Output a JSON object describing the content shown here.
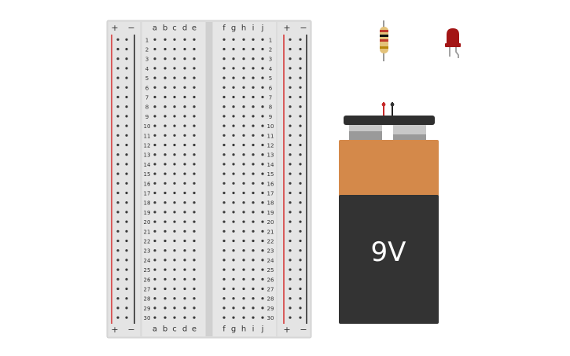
{
  "breadboard": {
    "rows": 30,
    "left_columns": [
      "a",
      "b",
      "c",
      "d",
      "e"
    ],
    "right_columns": [
      "f",
      "g",
      "h",
      "i",
      "j"
    ],
    "rail_plus_label": "+",
    "rail_minus_label": "−",
    "plus_color": "#d32f2f",
    "minus_color": "#222222",
    "body_color": "#dcdcdc",
    "hole_color": "#3a3a3a"
  },
  "battery": {
    "label": "9V",
    "top_color": "#d4894a",
    "body_color": "#333333",
    "cap_color": "#2f2f2f",
    "terminal_color": "#c8c8c8"
  },
  "resistor": {
    "body_color": "#e3c27a",
    "band_colors": [
      "#c0392b",
      "#111111",
      "#c0392b",
      "#b8860b"
    ]
  },
  "led": {
    "color": "#a31515"
  }
}
